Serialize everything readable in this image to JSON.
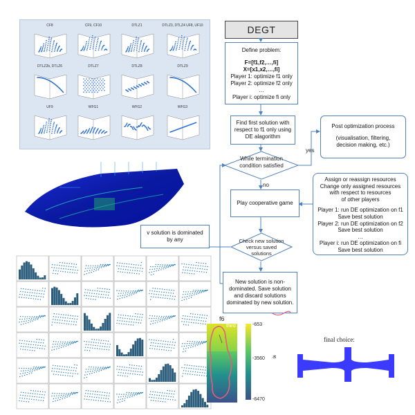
{
  "title": "DEGT",
  "panel_top_left": {
    "plots": [
      {
        "label": "CF8"
      },
      {
        "label": "CF9, CF10"
      },
      {
        "label": "DTLZ1"
      },
      {
        "label": "DTLZ3, DTLZ4 UF8, UF10"
      },
      {
        "label": "DTLZ2b, DTLZ6"
      },
      {
        "label": "DTLZ7"
      },
      {
        "label": "DTLZ8"
      },
      {
        "label": "DTLZ9"
      },
      {
        "label": "UF9"
      },
      {
        "label": "WFG1"
      },
      {
        "label": "WFG2"
      },
      {
        "label": "WFG3"
      }
    ]
  },
  "flow": {
    "define": {
      "heading": "Define problem:",
      "line1": "F=[f1,f2,…,fi]",
      "line2": "X=[x1,x2,…,fi]",
      "line3": "Player 1: optimize f1 only",
      "line4": "Player 2: optimize f2 only",
      "line5": "…",
      "line6": "Player i: optimize fi only"
    },
    "first_solution": "Find first solution with respect to f1 only using DE alagorithm",
    "while": "While termination condition satisfied",
    "yes": "yes",
    "no": "no",
    "post": {
      "title": "Post optimization process",
      "detail": "(visualisation, filtering, decision making, etc.)"
    },
    "play": "Play cooperative game",
    "resources": {
      "line1": "Assign or reassign resources",
      "line2": "Change only assigned resources",
      "line3": "with respect to resources",
      "line4": "of other players",
      "line5": "Player 1: run DE optimization on f1",
      "line6": "Save best solution",
      "line7": "Player 2: run DE optimization on f2",
      "line8": "Save best solution",
      "line9": "…",
      "line10": "Player i: run DE optimization on fi",
      "line11": "Save best solution"
    },
    "check": "Check new solution versus saved solutions",
    "dominated": "v solution is dominated by any",
    "nondominated": "New solution is non-dominated. Save solution and discard solutions dominated by new solution."
  },
  "contour": {
    "title": "f6",
    "annotation": "third step",
    "colorbar_labels": [
      "-653",
      "-3560",
      "-6470"
    ],
    "colorbar_axis": "f6"
  },
  "final": {
    "label": "final choice:"
  },
  "colors": {
    "flow_stroke": "#4f81bd",
    "panel_bg": "#dce6f2",
    "scatter": "#1f77b4",
    "final_shape": "#3b3bff",
    "highlight": "#e0607e"
  }
}
